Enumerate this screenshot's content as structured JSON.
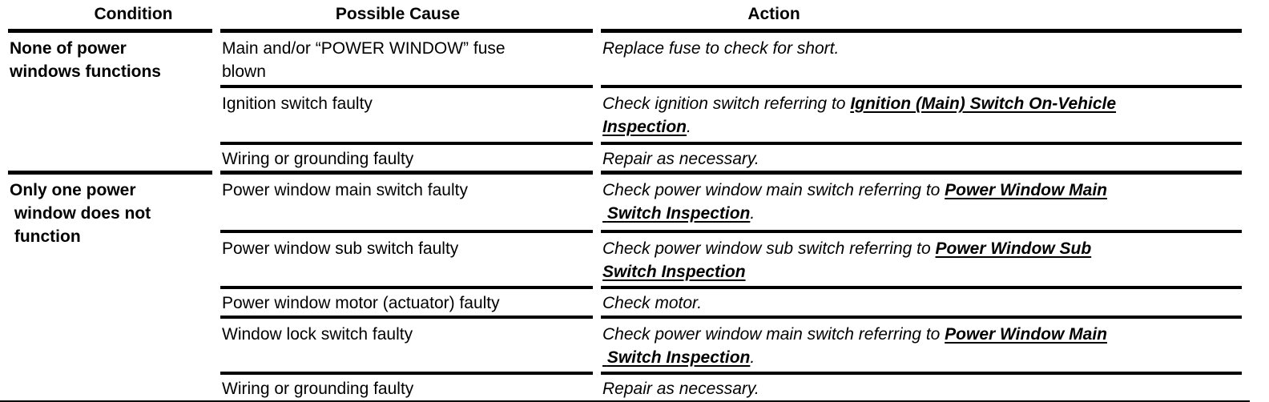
{
  "colors": {
    "text": "#000000",
    "background": "#ffffff",
    "border": "#000000"
  },
  "table": {
    "headers": {
      "condition": "Condition",
      "possible_cause": "Possible Cause",
      "action": "Action"
    },
    "groups": [
      {
        "condition": "None of power\nwindows functions",
        "rows": [
          {
            "cause": "Main and/or “POWER WINDOW” fuse\nblown",
            "action_prefix": "Replace fuse to check for short.",
            "action_link": "",
            "action_suffix": ""
          },
          {
            "cause": "Ignition switch faulty",
            "action_prefix": "Check ignition switch referring to ",
            "action_link": "Ignition (Main) Switch On-Vehicle\nInspection",
            "action_suffix": "."
          },
          {
            "cause": "Wiring or grounding faulty",
            "action_prefix": "Repair as necessary.",
            "action_link": "",
            "action_suffix": ""
          }
        ]
      },
      {
        "condition": "Only one power\n window does not\n function",
        "rows": [
          {
            "cause": "Power window main switch faulty",
            "action_prefix": "Check power window main switch referring to ",
            "action_link": "Power Window Main\n Switch Inspection",
            "action_suffix": "."
          },
          {
            "cause": "Power window sub switch faulty",
            "action_prefix": "Check power window sub switch referring to ",
            "action_link": "Power Window Sub\nSwitch Inspection",
            "action_suffix": ""
          },
          {
            "cause": "Power window motor (actuator) faulty",
            "action_prefix": "Check motor.",
            "action_link": "",
            "action_suffix": ""
          },
          {
            "cause": "Window lock switch faulty",
            "action_prefix": "Check power window main switch referring to ",
            "action_link": "Power Window Main\n Switch Inspection",
            "action_suffix": "."
          },
          {
            "cause": "Wiring or grounding faulty",
            "action_prefix": "Repair as necessary.",
            "action_link": "",
            "action_suffix": ""
          }
        ]
      }
    ]
  }
}
